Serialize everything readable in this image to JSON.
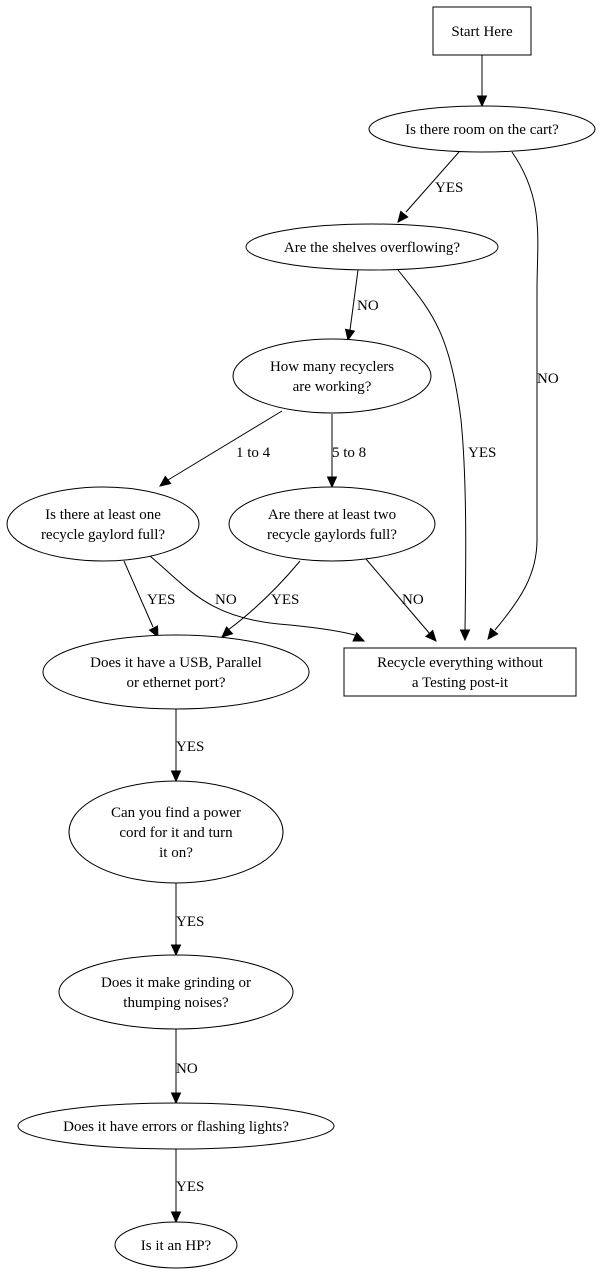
{
  "diagram": {
    "type": "flowchart",
    "nodes": [
      {
        "id": "start",
        "shape": "box",
        "lines": [
          "Start Here"
        ]
      },
      {
        "id": "room_cart",
        "shape": "ellipse",
        "lines": [
          "Is there room on the cart?"
        ]
      },
      {
        "id": "shelves",
        "shape": "ellipse",
        "lines": [
          "Are the shelves overflowing?"
        ]
      },
      {
        "id": "recyclers",
        "shape": "ellipse",
        "lines": [
          "How many recyclers",
          "are working?"
        ]
      },
      {
        "id": "one_gaylord",
        "shape": "ellipse",
        "lines": [
          "Is there at least one",
          "recycle gaylord full?"
        ]
      },
      {
        "id": "two_gaylords",
        "shape": "ellipse",
        "lines": [
          "Are there at least two",
          "recycle gaylords full?"
        ]
      },
      {
        "id": "ports",
        "shape": "ellipse",
        "lines": [
          "Does it have a USB, Parallel",
          "or ethernet port?"
        ]
      },
      {
        "id": "recycle_all",
        "shape": "box",
        "lines": [
          "Recycle everything without",
          "a Testing post-it"
        ]
      },
      {
        "id": "power_cord",
        "shape": "ellipse",
        "lines": [
          "Can you find a power",
          "cord for it and turn",
          "it on?"
        ]
      },
      {
        "id": "noises",
        "shape": "ellipse",
        "lines": [
          "Does it make grinding or",
          "thumping noises?"
        ]
      },
      {
        "id": "errors",
        "shape": "ellipse",
        "lines": [
          "Does it have errors or flashing lights?"
        ]
      },
      {
        "id": "hp",
        "shape": "ellipse",
        "lines": [
          "Is it an HP?"
        ]
      }
    ],
    "edges": [
      {
        "from": "start",
        "to": "room_cart",
        "label": ""
      },
      {
        "from": "room_cart",
        "to": "shelves",
        "label": "YES"
      },
      {
        "from": "room_cart",
        "to": "recycle_all",
        "label": "NO"
      },
      {
        "from": "shelves",
        "to": "recyclers",
        "label": "NO"
      },
      {
        "from": "shelves",
        "to": "recycle_all",
        "label": "YES"
      },
      {
        "from": "recyclers",
        "to": "one_gaylord",
        "label": "1 to 4"
      },
      {
        "from": "recyclers",
        "to": "two_gaylords",
        "label": "5 to 8"
      },
      {
        "from": "one_gaylord",
        "to": "ports",
        "label": "YES"
      },
      {
        "from": "one_gaylord",
        "to": "recycle_all",
        "label": "NO"
      },
      {
        "from": "two_gaylords",
        "to": "ports",
        "label": "YES"
      },
      {
        "from": "two_gaylords",
        "to": "recycle_all",
        "label": "NO"
      },
      {
        "from": "ports",
        "to": "power_cord",
        "label": "YES"
      },
      {
        "from": "power_cord",
        "to": "noises",
        "label": "YES"
      },
      {
        "from": "noises",
        "to": "errors",
        "label": "NO"
      },
      {
        "from": "errors",
        "to": "hp",
        "label": "YES"
      }
    ]
  }
}
